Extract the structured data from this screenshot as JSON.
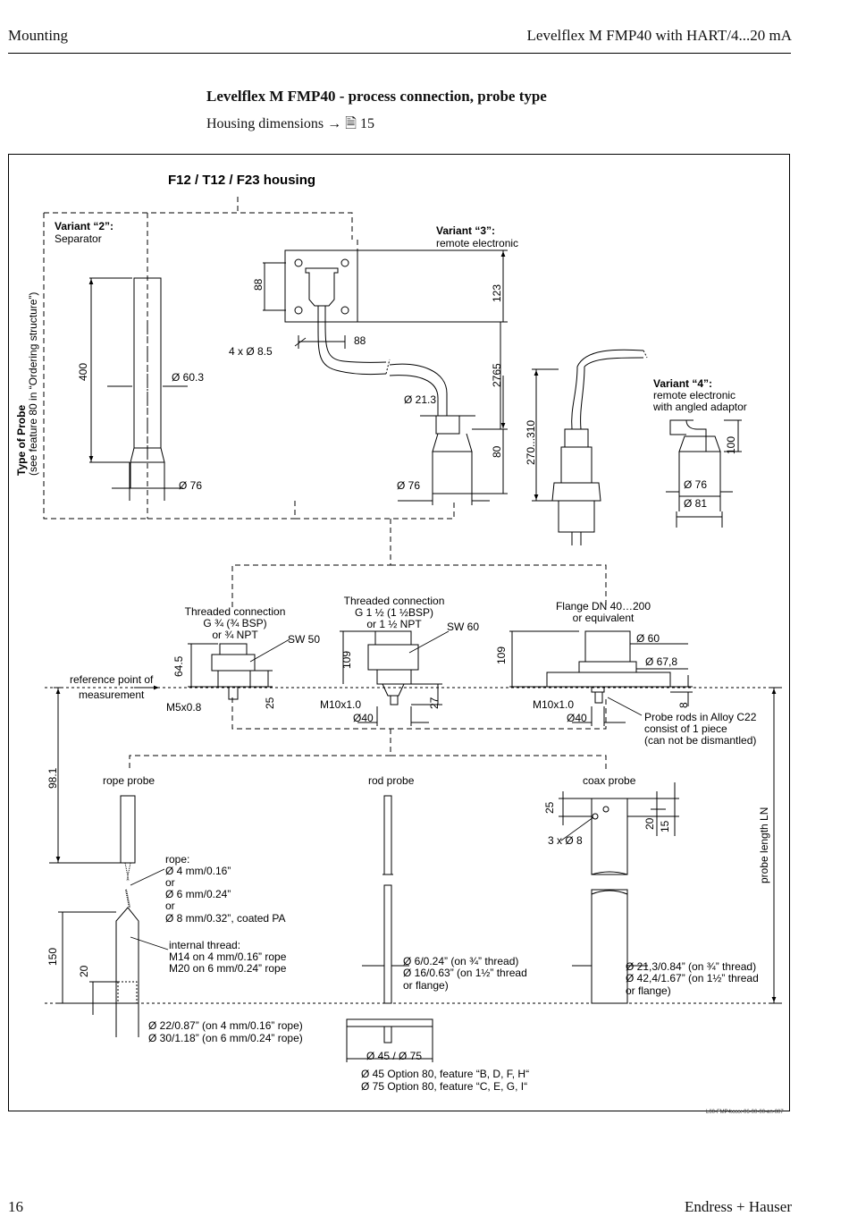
{
  "header": {
    "left": "Mounting",
    "right": "Levelflex M FMP40 with HART/4...20 mA"
  },
  "section": {
    "title": "Levelflex M FMP40 - process connection, probe type",
    "subtitle": "Housing dimensions → 🗎 15"
  },
  "drawing": {
    "housing_title": "F12 / T12 / F23 housing",
    "variant2_title": "Variant “2”:",
    "variant2_desc": "Separator",
    "variant3_title": "Variant “3”:",
    "variant3_desc": "remote electronic",
    "variant4_title": "Variant “4”:",
    "variant4_desc1": "remote electronic",
    "variant4_desc2": "with angled adaptor",
    "type_probe1": "Type of Probe",
    "type_probe2": "(see feature 80 in “Ordering structure”)",
    "dim_400": "400",
    "dim_d603": "Ø 60.3",
    "dim_d76a": "Ø 76",
    "dim_88v": "88",
    "dim_88h": "88",
    "dim_holes": "4 x Ø 8.5",
    "dim_123": "123",
    "dim_2765": "2765",
    "dim_80": "80",
    "dim_d213": "Ø 21.3",
    "dim_d76b": "Ø 76",
    "dim_270": "270...310",
    "dim_100": "100",
    "dim_d76c": "Ø 76",
    "dim_d81": "Ø 81",
    "thr1_l1": "Threaded connection",
    "thr1_l2": "G ¾  (¾ BSP)",
    "thr1_l3": "or ¾ NPT",
    "thr2_l1": "Threaded connection",
    "thr2_l2": "G 1 ½ (1 ½BSP)",
    "thr2_l3": "or 1 ½ NPT",
    "flange_l1": "Flange DN 40…200",
    "flange_l2": "or equivalent",
    "sw50": "SW 50",
    "sw60": "SW 60",
    "dim_645": "64.5",
    "dim_109a": "109",
    "dim_109b": "109",
    "dim_d60": "Ø 60",
    "dim_d678": "Ø 67,8",
    "ref_l1": "reference point of",
    "ref_l2": "measurement",
    "m5": "M5x0.8",
    "dim_25a": "25",
    "m10a": "M10x1.0",
    "dim_27": "27",
    "d40a": "Ø40",
    "m10b": "M10x1.0",
    "d40b": "Ø40",
    "dim_8": "8",
    "rods_l1": "Probe rods in Alloy C22",
    "rods_l2": "consist of 1 piece",
    "rods_l3": "(can not be dismantled)",
    "dim_981": "98.1",
    "rope_probe": "rope probe",
    "rod_probe": "rod probe",
    "coax_probe": "coax probe",
    "dim_25b": "25",
    "dim_20a": "20",
    "dim_15": "15",
    "holes3": "3 x Ø 8",
    "probe_len": "probe length LN",
    "rope_l1": "rope:",
    "rope_l2": "Ø 4 mm/0.16”",
    "rope_l3": "or",
    "rope_l4": "Ø 6 mm/0.24”",
    "rope_l5": "or",
    "rope_l6": "Ø 8 mm/0.32”, coated PA",
    "int_l1": "internal thread:",
    "int_l2": "M14 on 4 mm/0.16” rope",
    "int_l3": "M20 on 6 mm/0.24” rope",
    "dim_150": "150",
    "dim_20b": "20",
    "rod_d1": "Ø 6/0.24” (on ¾” thread)",
    "rod_d2": "Ø 16/0.63” (on 1½” thread",
    "rod_d3": "or flange)",
    "coax_d1": "Ø 21,3/0.84” (on ¾” thread)",
    "coax_d2": "Ø 42,4/1.67” (on 1½” thread",
    "coax_d3": "or flange)",
    "rope_w1": "Ø 22/0.87” (on 4 mm/0.16” rope)",
    "rope_w2": "Ø 30/1.18” (on 6 mm/0.24” rope)",
    "disk": "Ø 45 / Ø 75",
    "opt1": "Ø 45 Option 80, feature “B, D, F, H“",
    "opt2": "Ø 75 Option 80, feature “C, E, G, I“"
  },
  "figure_id": "L00-FMP4xxxx-06-00-00-en-007",
  "footer": {
    "page": "16",
    "brand": "Endress + Hauser"
  }
}
